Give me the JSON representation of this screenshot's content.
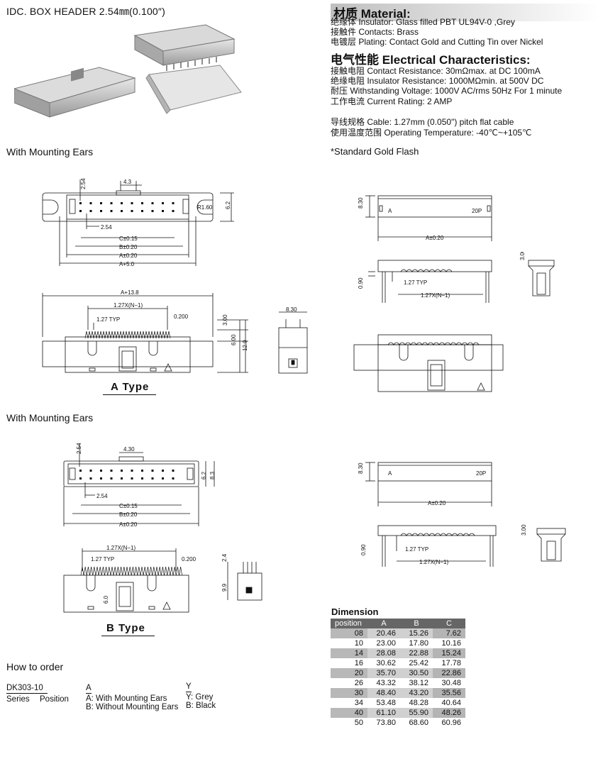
{
  "header": {
    "title": "IDC. BOX HEADER 2.54㎜(0.100″)"
  },
  "material": {
    "heading": "材质 Material:",
    "lines": [
      "绝缘体 Insulator: Glass filled PBT UL94V-0 ,Grey",
      "接触件 Contacts: Brass",
      "电镀层  Plating:  Contact Gold and Cutting Tin over Nickel"
    ]
  },
  "electrical": {
    "heading": "电气性能 Electrical Characteristics:",
    "lines": [
      "接触电阻  Contact Resistance: 30mΩmax. at DC 100mA",
      "绝缘电阻  Insulator Resistance: 1000MΩmin. at 500V DC",
      "耐压 Withstanding Voltage: 1000V AC/rms 50Hz For 1 minute",
      "工作电流  Current Rating: 2 AMP"
    ],
    "lines2": [
      "导线规格  Cable: 1.27mm (0.050\") pitch flat cable",
      "使用温度范围 Operating Temperature: -40℃~+105℃"
    ],
    "note": "*Standard Gold Flash"
  },
  "sections": {
    "with_ears_1": "With Mounting Ears",
    "with_ears_2": "With Mounting Ears",
    "a_type": "A Type",
    "b_type": "B Type",
    "how_to_order": "How to order"
  },
  "drawing_labels": {
    "d254": "2.54",
    "d43": "4.3",
    "d430": "4.30",
    "r160": "R1.60",
    "d62": "6.2",
    "d83": "8.3",
    "c015": "C±0.15",
    "b020": "B±0.20",
    "a020": "A±0.20",
    "a50": "A+5.0",
    "a138": "A+13.8",
    "pitch": "1.27X(N−1)",
    "typ": "1.27 TYP",
    "d0200": "0.200",
    "d300": "3.00",
    "d600": "6.00",
    "d129": "12.9",
    "d830": "8.30",
    "d090": "0.90",
    "d24": "2.4",
    "d99": "9.9",
    "d60": "6.0",
    "pinA": "A",
    "pin20": "20P"
  },
  "dimension": {
    "heading": "Dimension",
    "headers": [
      "position",
      "A",
      "B",
      "C"
    ],
    "rows": [
      [
        "08",
        "20.46",
        "15.26",
        "7.62"
      ],
      [
        "10",
        "23.00",
        "17.80",
        "10.16"
      ],
      [
        "14",
        "28.08",
        "22.88",
        "15.24"
      ],
      [
        "16",
        "30.62",
        "25.42",
        "17.78"
      ],
      [
        "20",
        "35.70",
        "30.50",
        "22.86"
      ],
      [
        "26",
        "43.32",
        "38.12",
        "30.48"
      ],
      [
        "30",
        "48.40",
        "43.20",
        "35.56"
      ],
      [
        "34",
        "53.48",
        "48.28",
        "40.64"
      ],
      [
        "40",
        "61.10",
        "55.90",
        "48.26"
      ],
      [
        "50",
        "73.80",
        "68.60",
        "60.96"
      ]
    ]
  },
  "order": {
    "code": "DK303",
    "sep": "-",
    "position_val": "10",
    "series_lbl": "Series",
    "position_lbl": "Position",
    "opt_a": "A",
    "opt_a1": "A: With Mounting Ears",
    "opt_a2": "B: Without Mounting Ears",
    "opt_y": "Y",
    "opt_y1": "Y: Grey",
    "opt_y2": "B: Black"
  }
}
